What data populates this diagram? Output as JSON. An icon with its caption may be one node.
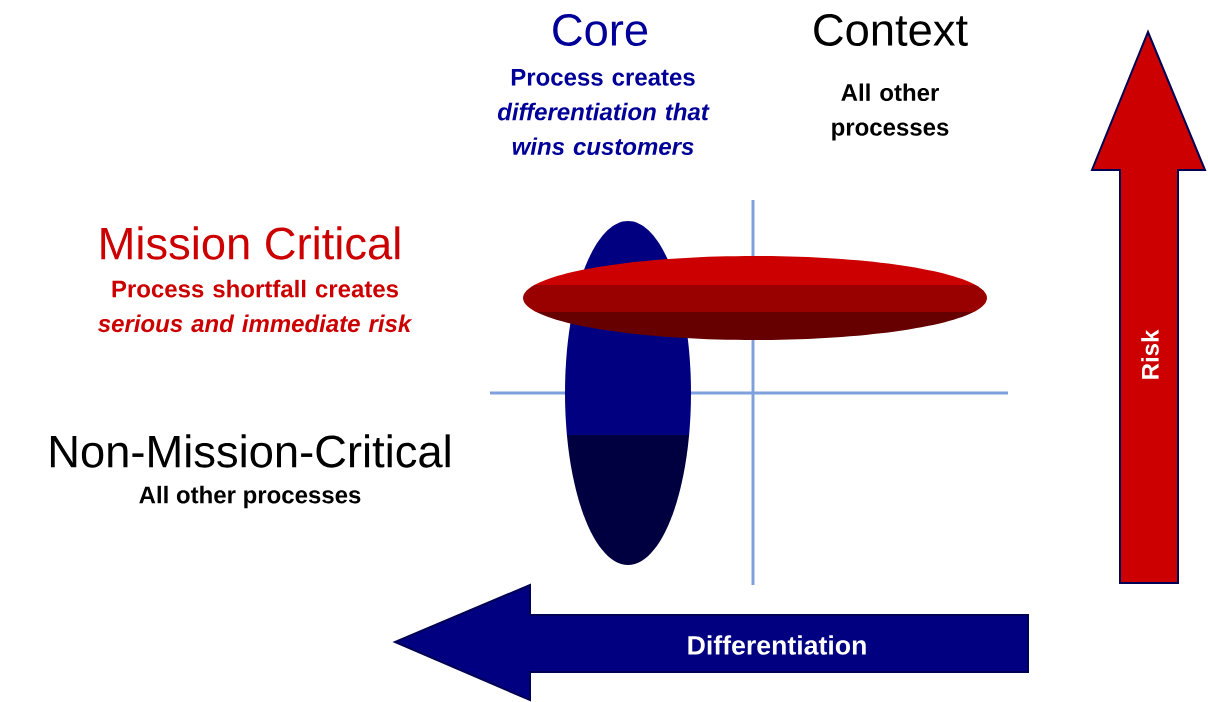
{
  "diagram": {
    "nodes": [
      {
        "text": [
          "Risk"
        ]
      },
      {
        "text": [
          "Differentiation"
        ]
      }
    ],
    "labels": [
      "Core",
      "Process creates *differentiation that wins customers*",
      "Context",
      "All other processes",
      "Mission Critical",
      "Process shortfall creates *serious and immediate risk*",
      "Non-Mission-Critical",
      "All other processes"
    ]
  }
}
